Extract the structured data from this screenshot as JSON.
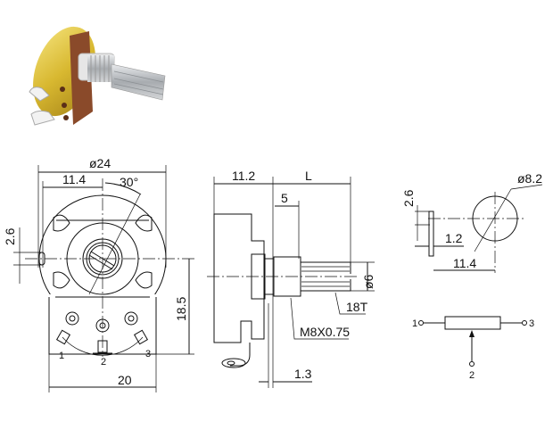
{
  "photo": {
    "description_label": "potentiometer-photo"
  },
  "front_view": {
    "diameter": "ø24",
    "offset": "11.4",
    "angle": "30°",
    "slot_width": "2.6",
    "height": "18.5",
    "width": "20",
    "terminals": [
      "1",
      "2",
      "3"
    ]
  },
  "side_view": {
    "body_depth": "11.2",
    "shaft_length": "L",
    "bushing_length": "5",
    "shaft_diameter": "ø6",
    "knurl": "18T",
    "thread": "M8X0.75",
    "plate_thickness": "1.3"
  },
  "detail_view": {
    "hole_diameter": "ø8.2",
    "tab_height": "2.6",
    "tab_thickness": "1.2",
    "tab_offset": "11.4"
  },
  "schematic": {
    "pins": [
      "1",
      "2",
      "3"
    ]
  },
  "colors": {
    "housing_gold": "#d8b830",
    "board_brown": "#8a4a2a",
    "shaft_gray": "#b8bcc0"
  }
}
